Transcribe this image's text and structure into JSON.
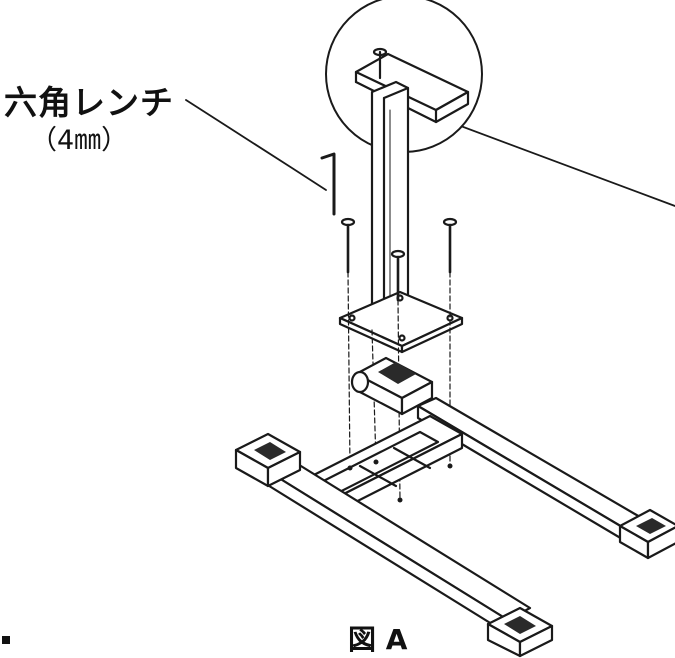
{
  "labels": {
    "wrench_name": "六角レンチ",
    "wrench_size": "（4㎜）",
    "figure_caption": "図 A"
  },
  "colors": {
    "line": "#1a1a1a",
    "fill": "#ffffff",
    "grip": "#2a2a2a"
  }
}
